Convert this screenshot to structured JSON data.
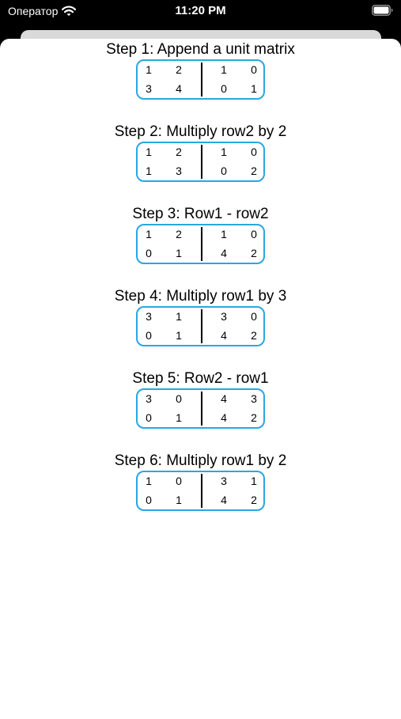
{
  "status_bar": {
    "carrier": "Оператор",
    "time": "11:20 PM"
  },
  "steps": [
    {
      "title": "Step 1: Append a unit matrix",
      "rows": [
        [
          "1",
          "2",
          "1",
          "0"
        ],
        [
          "3",
          "4",
          "0",
          "1"
        ]
      ]
    },
    {
      "title": "Step 2: Multiply row2 by 2",
      "rows": [
        [
          "1",
          "2",
          "1",
          "0"
        ],
        [
          "1",
          "3",
          "0",
          "2"
        ]
      ]
    },
    {
      "title": "Step 3: Row1 - row2",
      "rows": [
        [
          "1",
          "2",
          "1",
          "0"
        ],
        [
          "0",
          "1",
          "4",
          "2"
        ]
      ]
    },
    {
      "title": "Step 4: Multiply row1 by 3",
      "rows": [
        [
          "3",
          "1",
          "3",
          "0"
        ],
        [
          "0",
          "1",
          "4",
          "2"
        ]
      ]
    },
    {
      "title": "Step 5: Row2 - row1",
      "rows": [
        [
          "3",
          "0",
          "4",
          "3"
        ],
        [
          "0",
          "1",
          "4",
          "2"
        ]
      ]
    },
    {
      "title": "Step 6: Multiply row1 by 2",
      "rows": [
        [
          "1",
          "0",
          "3",
          "1"
        ],
        [
          "0",
          "1",
          "4",
          "2"
        ]
      ]
    }
  ],
  "colors": {
    "matrix_border": "#2aa7e0",
    "background": "#000000",
    "sheet": "#ffffff"
  },
  "icons": [
    "wifi-icon",
    "battery-icon"
  ]
}
